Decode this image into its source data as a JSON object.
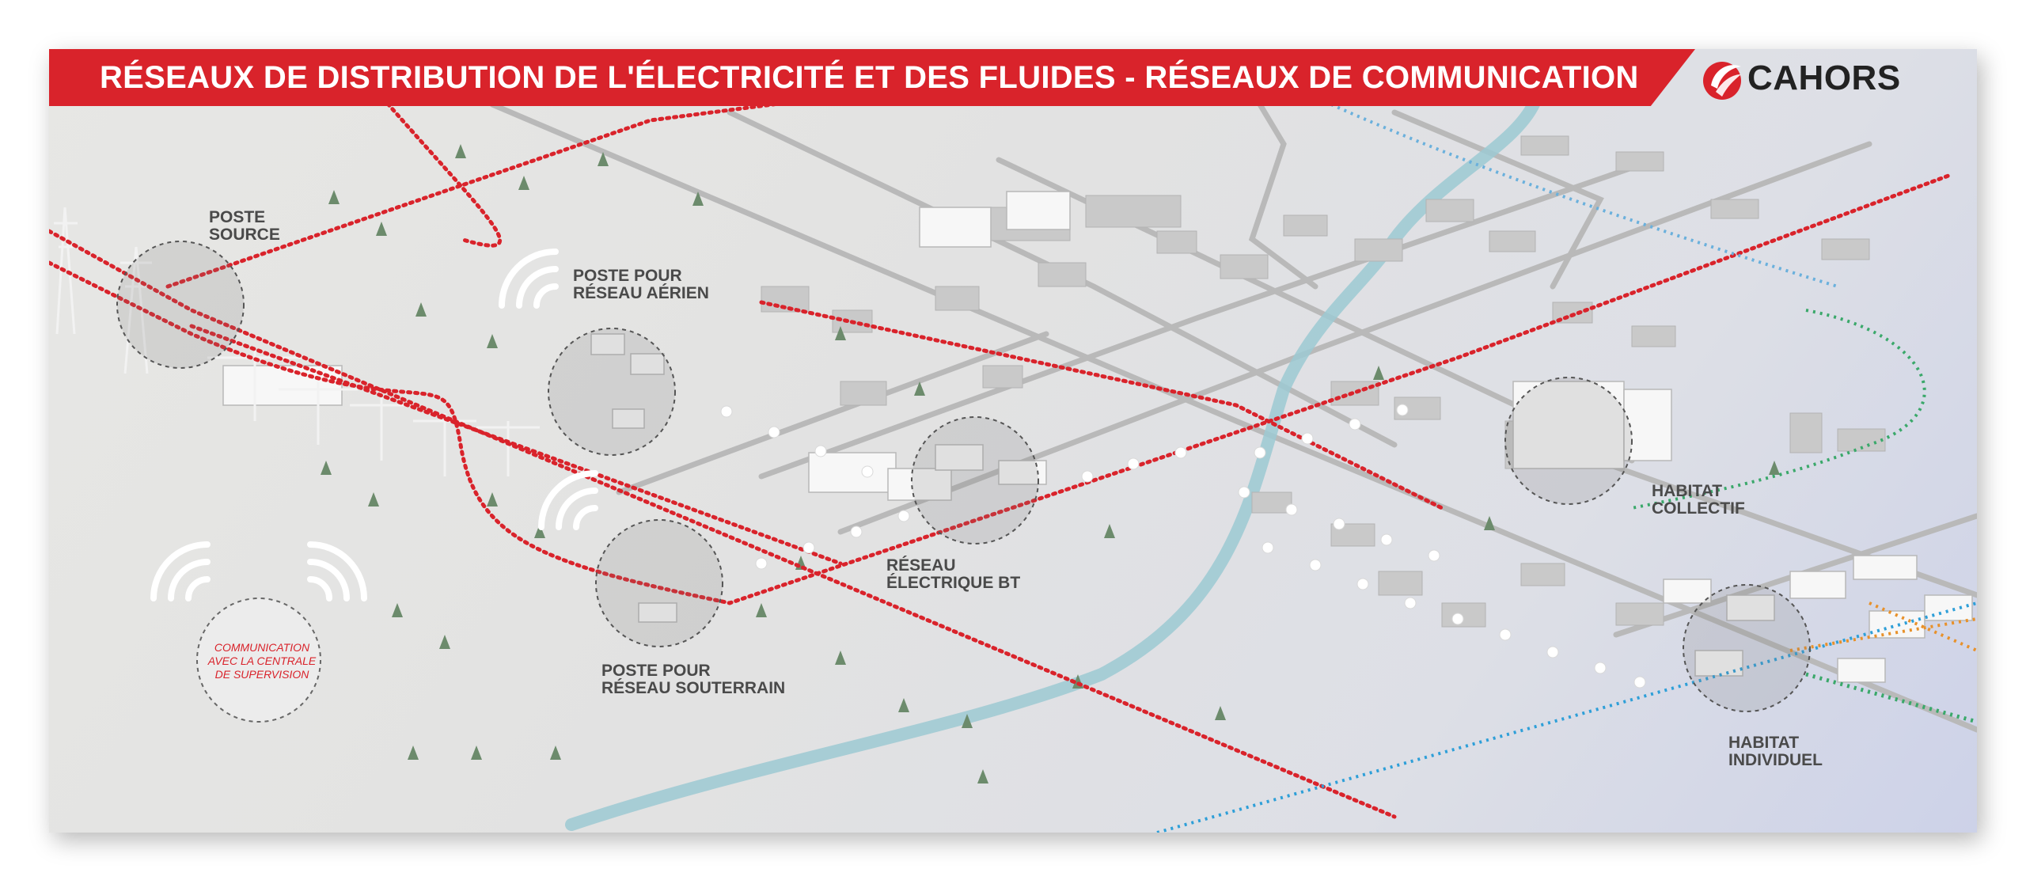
{
  "header": {
    "title": "RÉSEAUX DE DISTRIBUTION DE L'ÉLECTRICITÉ ET DES FLUIDES - RÉSEAUX DE COMMUNICATION",
    "logo_text": "CAHORS"
  },
  "labels": {
    "poste_source": [
      "POSTE",
      "SOURCE"
    ],
    "poste_aerien": [
      "POSTE POUR",
      "RÉSEAU AÉRIEN"
    ],
    "poste_souterrain": [
      "POSTE POUR",
      "RÉSEAU SOUTERRAIN"
    ],
    "reseau_bt": [
      "RÉSEAU",
      "ÉLECTRIQUE BT"
    ],
    "habitat_collectif": [
      "HABITAT",
      "COLLECTIF"
    ],
    "habitat_individuel": [
      "HABITAT",
      "INDIVIDUEL"
    ],
    "communication": [
      "COMMUNICATION",
      "AVEC LA CENTRALE",
      "DE SUPERVISION"
    ]
  },
  "colors": {
    "brand_red": "#d9232b",
    "river_blue": "#9cc9d2",
    "network_green": "#3aa86a",
    "network_orange": "#e8912a",
    "network_blue": "#2e9fd8",
    "label_grey": "#4a4a4a"
  }
}
